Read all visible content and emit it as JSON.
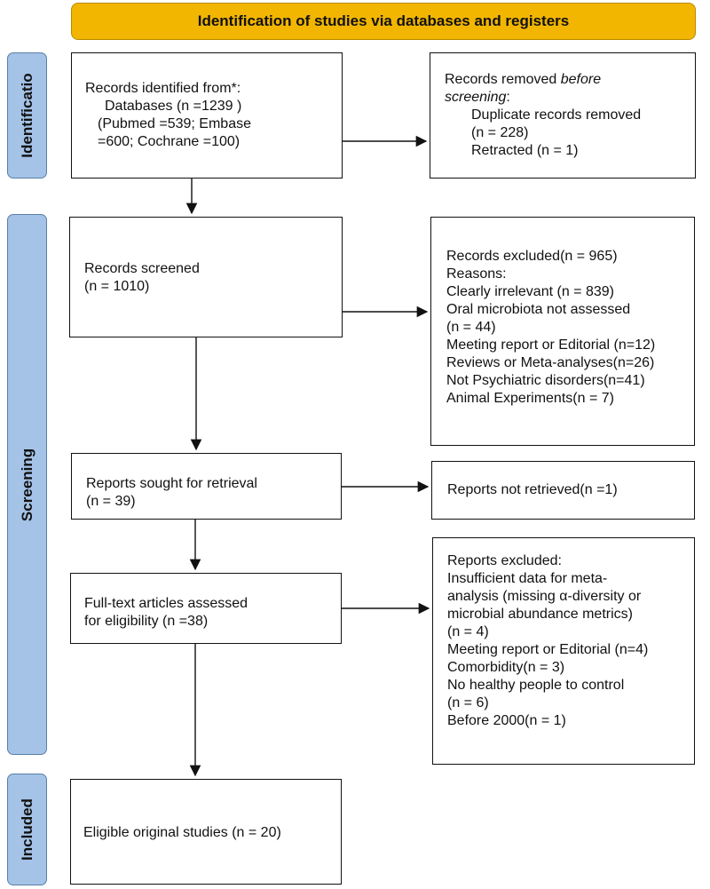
{
  "header": {
    "title": "Identification of studies via databases and registers"
  },
  "phases": {
    "identification": "Identificatio",
    "screening": "Screening",
    "included": "Included"
  },
  "boxes": {
    "records_identified": {
      "l1": "Records identified from*:",
      "l2": "Databases (n =1239 )",
      "l3": "(Pubmed =539; Embase",
      "l4": "=600; Cochrane =100)"
    },
    "records_removed": {
      "l1": "Records removed ",
      "l1_em": "before",
      "l2_em": "screening",
      "l2": ":",
      "l3": "Duplicate records removed",
      "l4": "(n = 228)",
      "l5": "Retracted (n = 1)"
    },
    "records_screened": {
      "l1": "Records screened",
      "l2": "(n = 1010)"
    },
    "records_excluded": {
      "l1": "Records excluded(n = 965)",
      "l2": "Reasons:",
      "l3": "Clearly irrelevant (n = 839)",
      "l4": "Oral microbiota not assessed",
      "l5": "(n = 44)",
      "l6": "Meeting report or Editorial (n=12)",
      "l7": "Reviews or Meta-analyses(n=26)",
      "l8": "Not Psychiatric disorders(n=41)",
      "l9": "Animal Experiments(n = 7)"
    },
    "reports_sought": {
      "l1": "Reports sought for retrieval",
      "l2": "(n = 39)"
    },
    "reports_not_retrieved": {
      "l1": "Reports not retrieved(n =1)"
    },
    "fulltext_assessed": {
      "l1": "Full-text articles assessed",
      "l2": "for eligibility (n =38)"
    },
    "reports_excluded": {
      "l1": "Reports excluded:",
      "l2": "Insufficient data for meta-",
      "l3": "analysis (missing α-diversity or",
      "l4": "microbial abundance metrics)",
      "l5": "(n = 4)",
      "l6": "Meeting report or Editorial (n=4)",
      "l7": "Comorbidity(n = 3)",
      "l8": "No healthy people to control",
      "l9": "(n = 6)",
      "l10": "Before 2000(n = 1)"
    },
    "eligible": {
      "l1": "Eligible original studies (n = 20)"
    }
  }
}
